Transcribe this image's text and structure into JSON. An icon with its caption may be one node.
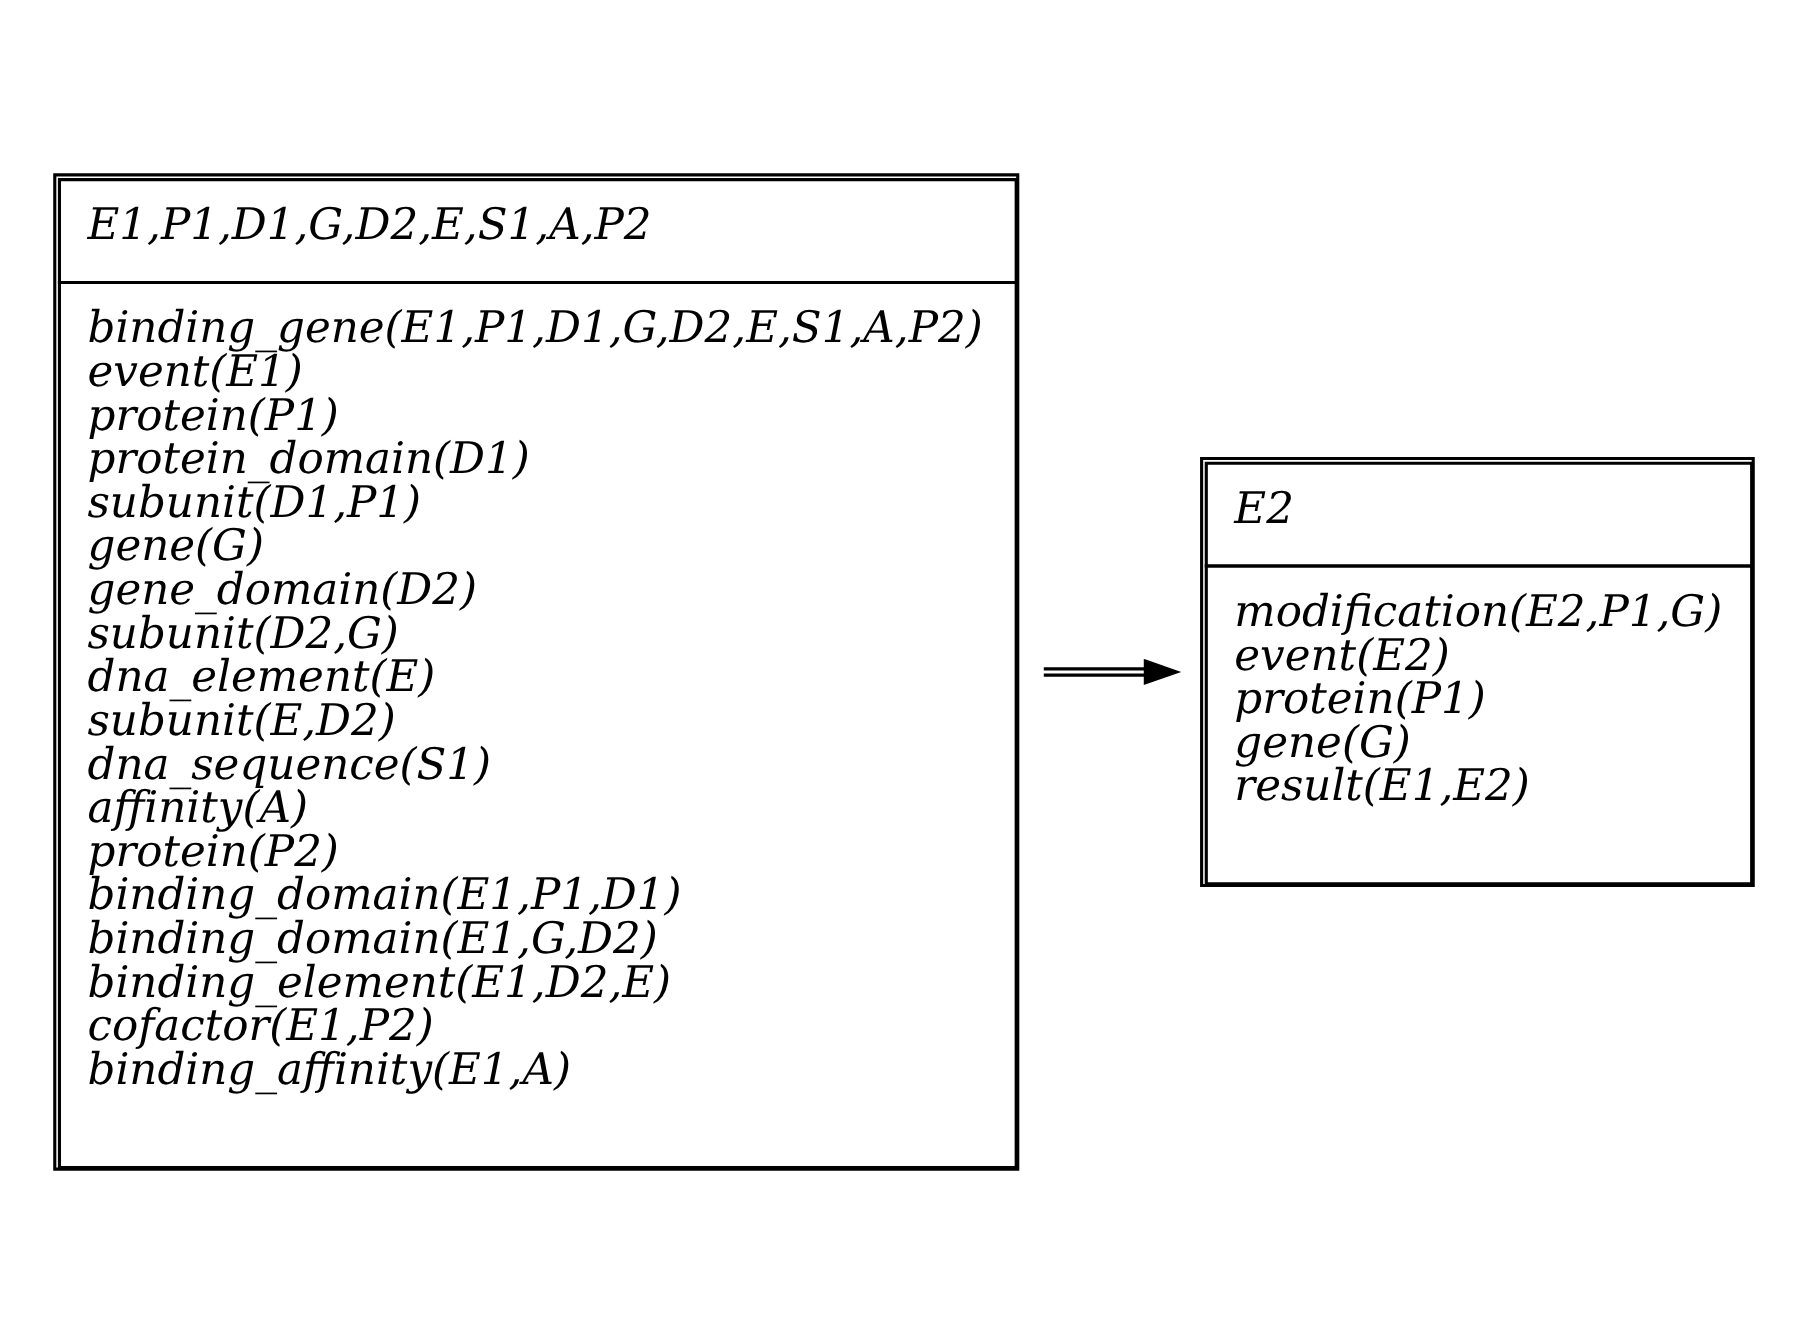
{
  "diagram": {
    "nodes": [
      {
        "text": [
          "E1,P1,D1,G,D2,E,S1,A,P2",
          "binding_gene(E1,P1,D1,G,D2,E,S1,A,P2)",
          "event(E1)",
          "protein(P1)",
          "protein_domain(D1)",
          "subunit(D1,P1)",
          "gene(G)",
          "gene_domain(D2)",
          "subunit(D2,G)",
          "dna_element(E)",
          "subunit(E,D2)",
          "dna_sequence(S1)",
          "affinity(A)",
          "protein(P2)",
          "binding_domain(E1,P1,D1)",
          "binding_domain(E1,G,D2)",
          "binding_element(E1,D2,E)",
          "cofactor(E1,P2)",
          "binding_affinity(E1,A)"
        ]
      },
      {
        "text": [
          "E2",
          "modification(E2,P1,G)",
          "event(E2)",
          "protein(P1)",
          "gene(G)",
          "result(E1,E2)"
        ]
      }
    ],
    "edges": [
      {
        "from": 0,
        "to": 1,
        "arrow": "to"
      }
    ]
  }
}
